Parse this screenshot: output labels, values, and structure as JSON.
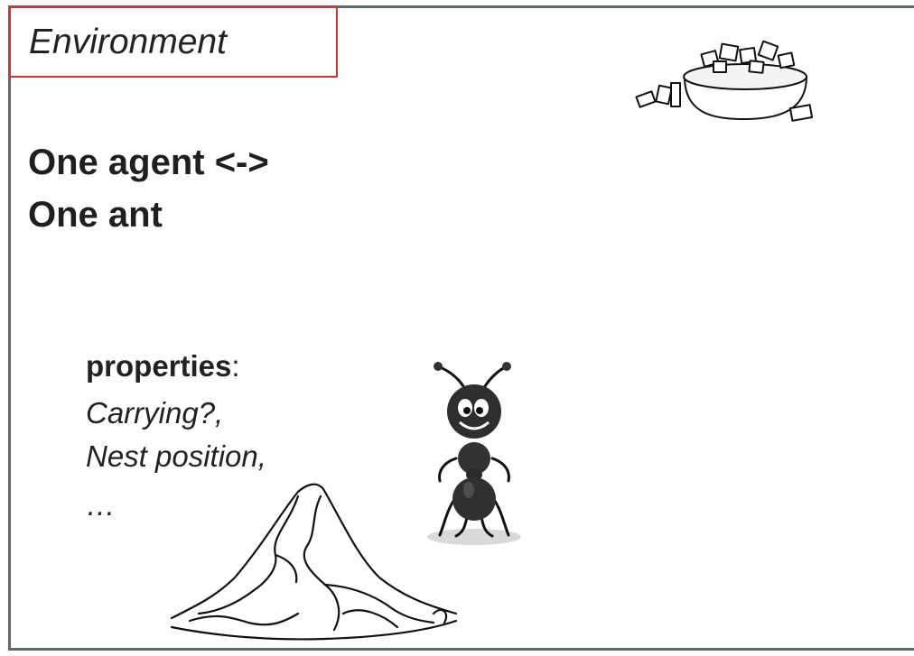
{
  "slide": {
    "title": "Environment",
    "heading_line1": "One agent <->",
    "heading_line2": "One ant",
    "properties_label": "properties",
    "properties_colon": ":",
    "properties": [
      "Carrying?,",
      "Nest position,",
      "…"
    ]
  },
  "illustrations": {
    "food": "food-bowl-icon",
    "ant": "ant-mascot-icon",
    "nest": "ant-nest-sketch"
  },
  "colors": {
    "frame": "#5f6b61",
    "title_border": "#c0393b",
    "text": "#222222"
  }
}
